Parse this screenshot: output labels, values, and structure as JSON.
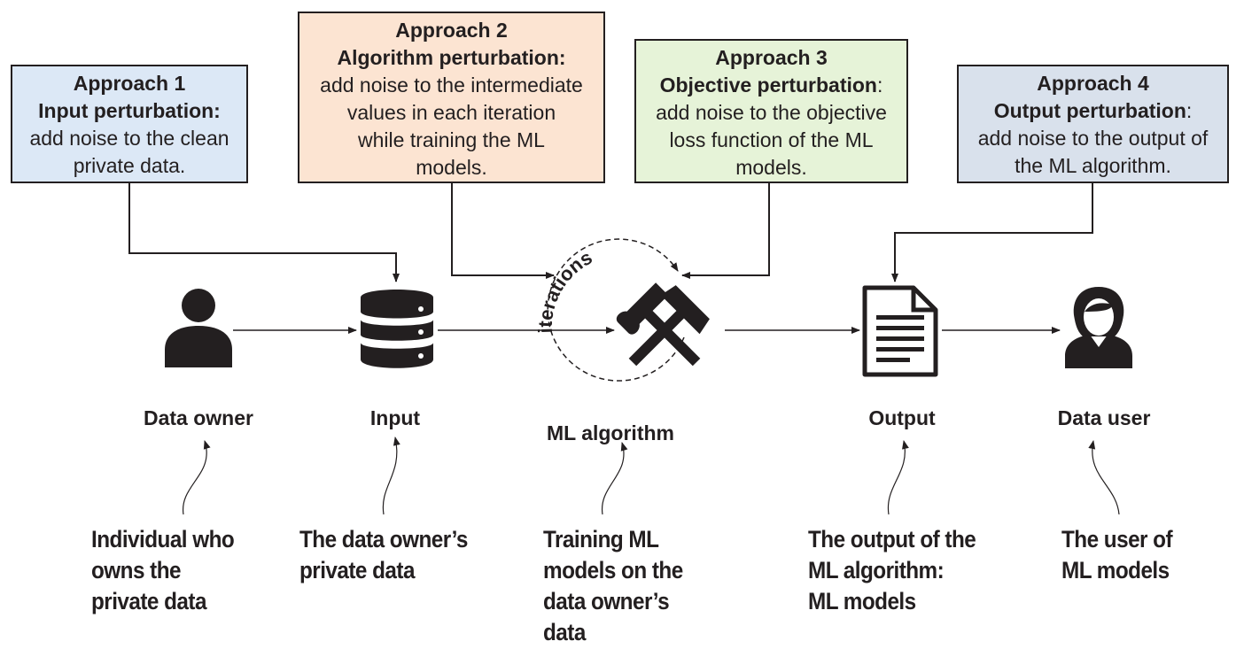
{
  "approaches": [
    {
      "title": "Approach 1",
      "subtitle": "Input perturbation:",
      "subtitle_suffix": "",
      "body": [
        "add noise to the clean",
        "private data."
      ],
      "fill": "#dce8f6"
    },
    {
      "title": "Approach 2",
      "subtitle": "Algorithm perturbation:",
      "subtitle_suffix": "",
      "body": [
        "add noise to the intermediate",
        "values in each iteration",
        "while training the ML",
        "models."
      ],
      "fill": "#fce4d2"
    },
    {
      "title": "Approach 3",
      "subtitle": "Objective perturbation",
      "subtitle_suffix": ":",
      "body": [
        "add noise to the objective",
        "loss function of the ML",
        "models."
      ],
      "fill": "#e6f3d8"
    },
    {
      "title": "Approach 4",
      "subtitle": "Output perturbation",
      "subtitle_suffix": ":",
      "body": [
        "add noise to the output of",
        "the ML algorithm."
      ],
      "fill": "#d9e1ec"
    }
  ],
  "nodes": [
    {
      "label": "Data owner",
      "icon": "person-icon"
    },
    {
      "label": "Input",
      "icon": "database-icon"
    },
    {
      "label": "ML algorithm",
      "icon": "hammer-tools-icon"
    },
    {
      "label": "Output",
      "icon": "document-icon"
    },
    {
      "label": "Data user",
      "icon": "female-user-icon"
    }
  ],
  "iterations_label": "iterations",
  "descriptions": [
    [
      "Individual who",
      "owns the",
      "private data"
    ],
    [
      "The data owner’s",
      "private data"
    ],
    [
      "Training ML",
      "models on the",
      "data owner’s",
      "data"
    ],
    [
      "The output of the",
      "ML algorithm:",
      "ML models"
    ],
    [
      "The user of",
      "ML models"
    ]
  ],
  "colors": {
    "ink": "#231f20"
  }
}
